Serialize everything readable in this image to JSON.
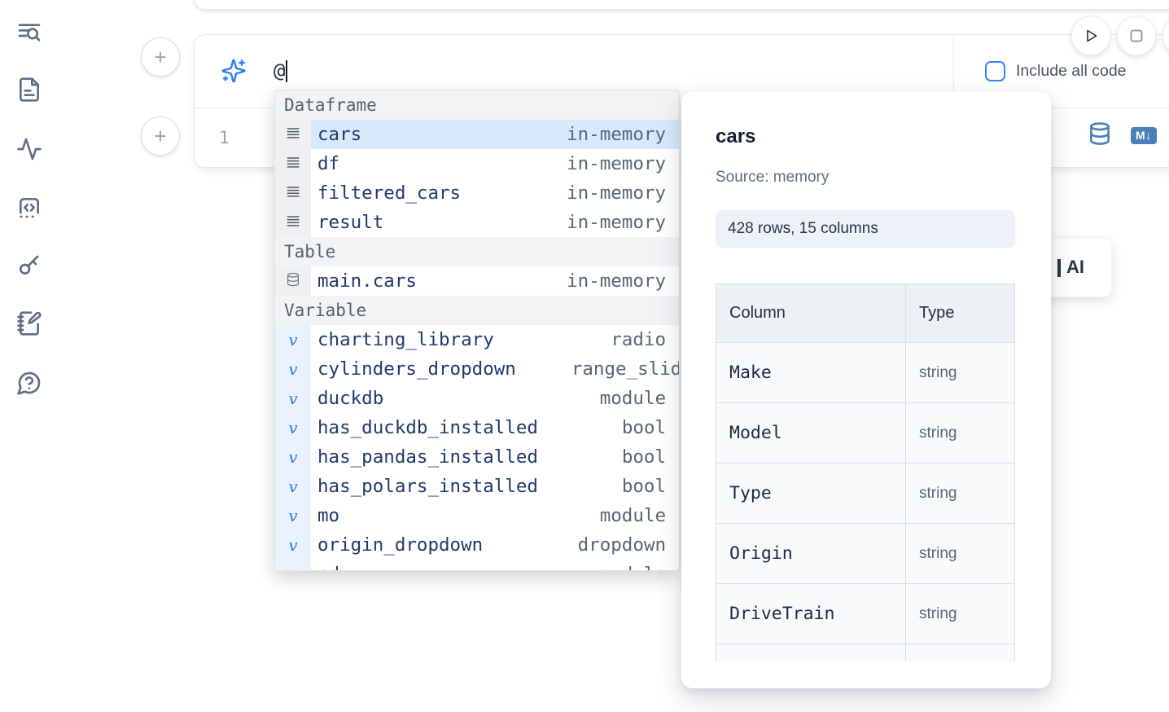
{
  "colors": {
    "accent_blue": "#2f7bf2",
    "icon_slate": "#5f6e88",
    "toolbar_blue": "#4a80b5",
    "selection_blue": "#d8e9fc",
    "checkbox_blue": "#3c82f6"
  },
  "sidebar": {
    "items": [
      {
        "icon": "list-search-icon"
      },
      {
        "icon": "file-text-icon"
      },
      {
        "icon": "activity-icon"
      },
      {
        "icon": "snippets-code-icon"
      },
      {
        "icon": "key-icon"
      },
      {
        "icon": "notebook-pen-icon"
      },
      {
        "icon": "help-chat-icon"
      }
    ]
  },
  "add_buttons": {
    "label": "+"
  },
  "run_controls": {
    "play_icon": "play-icon",
    "stop_icon": "stop-icon"
  },
  "cell": {
    "prompt": {
      "value": "@",
      "icon": "sparkles-icon"
    },
    "include_all_code_label": "Include all code",
    "include_all_code_checked": false,
    "line_number": "1",
    "toolbar": {
      "database_icon": "database-icon",
      "markdown_badge": "M↓"
    }
  },
  "autocomplete": {
    "sections": [
      {
        "label": "Dataframe",
        "icon": "dataframe-icon",
        "gutter": "gray",
        "items": [
          {
            "name": "cars",
            "type": "in-memory",
            "selected": true
          },
          {
            "name": "df",
            "type": "in-memory",
            "selected": false
          },
          {
            "name": "filtered_cars",
            "type": "in-memory",
            "selected": false
          },
          {
            "name": "result",
            "type": "in-memory",
            "selected": false
          }
        ]
      },
      {
        "label": "Table",
        "icon": "database-icon",
        "gutter": "gray",
        "items": [
          {
            "name": "main.cars",
            "type": "in-memory",
            "selected": false
          }
        ]
      },
      {
        "label": "Variable",
        "icon": "variable-icon",
        "gutter": "blue",
        "items": [
          {
            "name": "charting_library",
            "type": "radio",
            "selected": false
          },
          {
            "name": "cylinders_dropdown",
            "type": "range_slider",
            "selected": false
          },
          {
            "name": "duckdb",
            "type": "module",
            "selected": false
          },
          {
            "name": "has_duckdb_installed",
            "type": "bool",
            "selected": false
          },
          {
            "name": "has_pandas_installed",
            "type": "bool",
            "selected": false
          },
          {
            "name": "has_polars_installed",
            "type": "bool",
            "selected": false
          },
          {
            "name": "mo",
            "type": "module",
            "selected": false
          },
          {
            "name": "origin_dropdown",
            "type": "dropdown",
            "selected": false
          },
          {
            "name": "pd",
            "type": "module",
            "selected": false
          }
        ]
      }
    ]
  },
  "preview_panel": {
    "title": "cars",
    "source": "Source: memory",
    "stats": "428 rows, 15 columns",
    "table": {
      "headers": [
        "Column",
        "Type"
      ],
      "rows": [
        {
          "column": "Make",
          "type": "string"
        },
        {
          "column": "Model",
          "type": "string"
        },
        {
          "column": "Type",
          "type": "string"
        },
        {
          "column": "Origin",
          "type": "string"
        },
        {
          "column": "DriveTrain",
          "type": "string"
        },
        {
          "column": "",
          "type": ""
        }
      ]
    }
  },
  "ai_card": {
    "label": "AI"
  }
}
